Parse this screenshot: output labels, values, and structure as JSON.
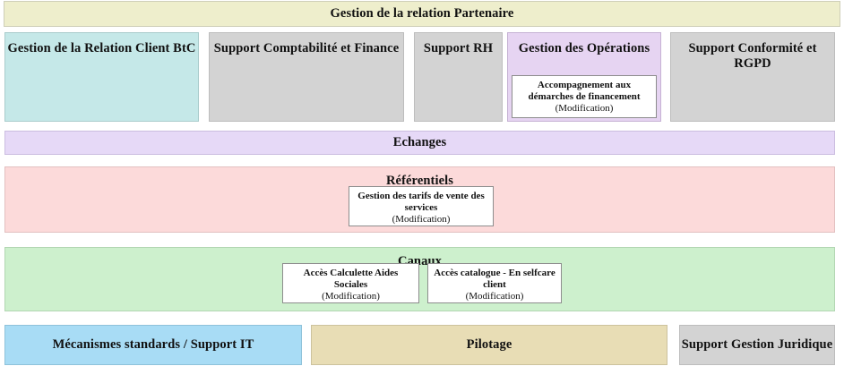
{
  "banner": {
    "title": "Gestion de la relation Partenaire",
    "color": "#eeeecc"
  },
  "domains": [
    {
      "title": "Gestion de la Relation Client BtC",
      "color": "#c5e8e8"
    },
    {
      "title": "Support Comptabilité et Finance",
      "color": "#d3d3d3"
    },
    {
      "title": "Support RH",
      "color": "#d3d3d3"
    },
    {
      "title": "Gestion des Opérations",
      "color": "#e6d4f2"
    },
    {
      "title": "Support Conformité et RGPD",
      "color": "#d3d3d3"
    }
  ],
  "bands": [
    {
      "title": "Echanges",
      "color": "#e6d9f7"
    },
    {
      "title": "Référentiels",
      "color": "#fcdada"
    },
    {
      "title": "Canaux",
      "color": "#cdf0cd"
    }
  ],
  "footer": [
    {
      "title": "Mécanismes standards / Support IT",
      "color": "#a8dcf5"
    },
    {
      "title": "Pilotage",
      "color": "#e8ddb5"
    },
    {
      "title": "Support Gestion Juridique",
      "color": "#d3d3d3"
    }
  ],
  "cards": {
    "operations": {
      "title": "Accompagnement aux démarches de financement",
      "status": "(Modification)"
    },
    "referentiels": {
      "title": "Gestion des tarifs de vente des services",
      "status": "(Modification)"
    },
    "canaux_1": {
      "title": "Accès Calculette Aides Sociales",
      "status": "(Modification)"
    },
    "canaux_2": {
      "title": "Accès catalogue - En selfcare client",
      "status": "(Modification)"
    }
  }
}
